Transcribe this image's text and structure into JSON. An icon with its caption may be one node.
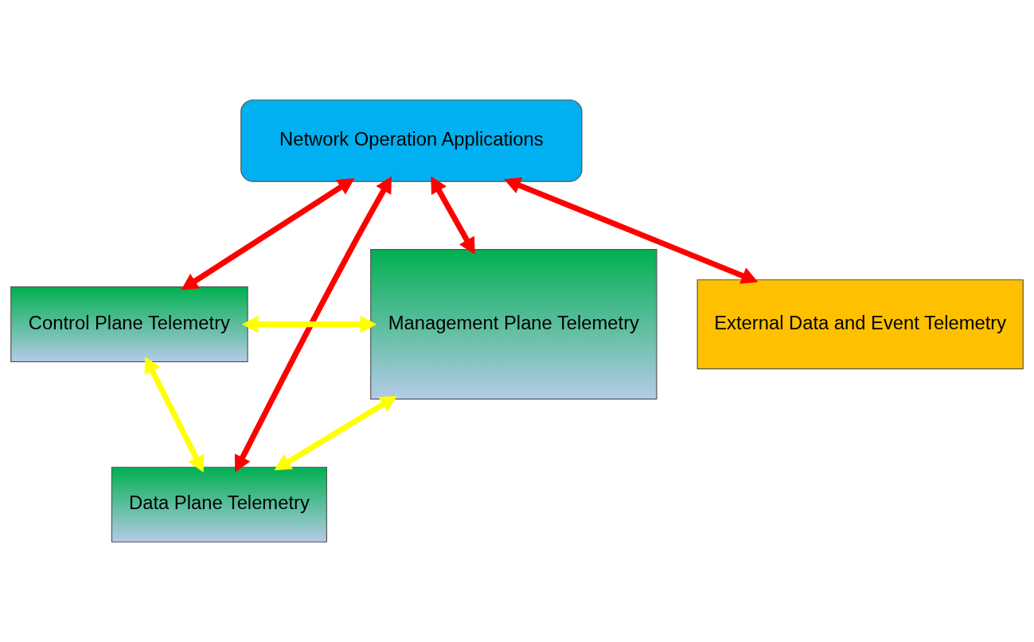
{
  "diagram": {
    "nodes": [
      {
        "text": [
          "Network Operation Applications"
        ]
      },
      {
        "text": [
          "Control Plane Telemetry"
        ]
      },
      {
        "text": [
          "Data Plane Telemetry"
        ]
      },
      {
        "text": [
          "Management Plane Telemetry"
        ]
      },
      {
        "text": [
          "External Data and Event Telemetry"
        ]
      }
    ],
    "edges": [
      {
        "from": 0,
        "to": 1,
        "arrow": "both"
      },
      {
        "from": 0,
        "to": 2,
        "arrow": "both"
      },
      {
        "from": 0,
        "to": 3,
        "arrow": "both"
      },
      {
        "from": 0,
        "to": 4,
        "arrow": "both"
      },
      {
        "from": 1,
        "to": 3,
        "arrow": "both",
        "color": "#ffff00"
      },
      {
        "from": 1,
        "to": 2,
        "arrow": "both",
        "color": "#ffff00"
      },
      {
        "from": 2,
        "to": 3,
        "arrow": "both",
        "color": "#ffff00"
      }
    ]
  }
}
